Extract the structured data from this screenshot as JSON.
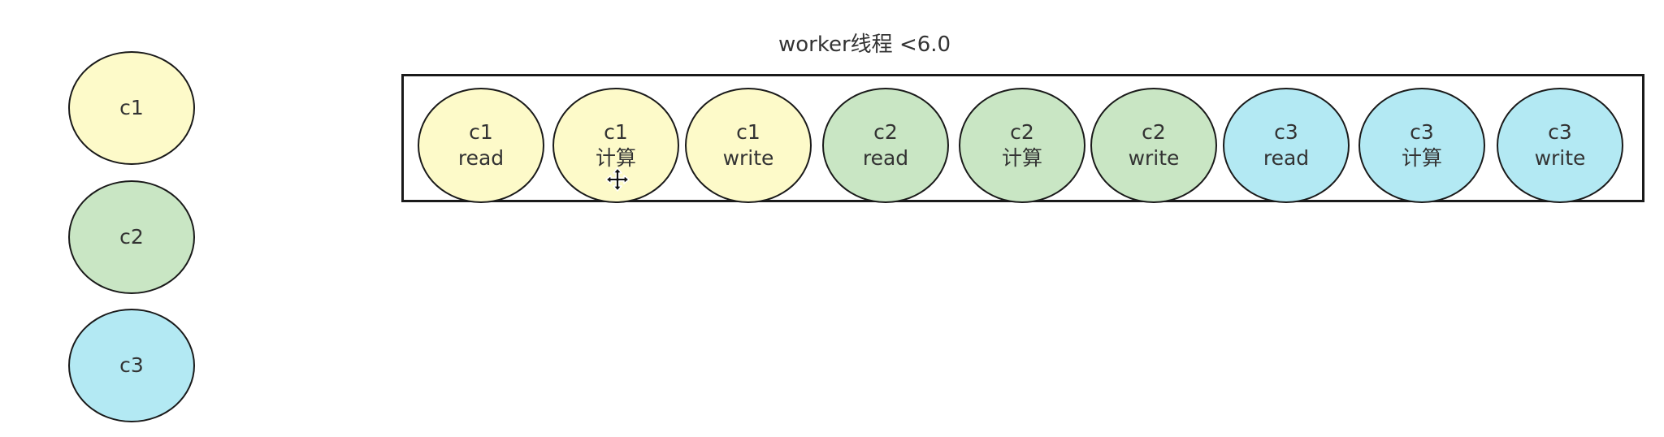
{
  "title": "worker线程 <6.0",
  "colors": {
    "c1": "#fdfac9",
    "c2": "#c9e6c4",
    "c3": "#b3e9f3",
    "stroke": "#1a1a1a"
  },
  "clients": [
    {
      "label": "c1",
      "color_key": "c1"
    },
    {
      "label": "c2",
      "color_key": "c2"
    },
    {
      "label": "c3",
      "color_key": "c3"
    }
  ],
  "tasks": [
    {
      "client": "c1",
      "op": "read",
      "color_key": "c1"
    },
    {
      "client": "c1",
      "op": "计算",
      "color_key": "c1"
    },
    {
      "client": "c1",
      "op": "write",
      "color_key": "c1"
    },
    {
      "client": "c2",
      "op": "read",
      "color_key": "c2"
    },
    {
      "client": "c2",
      "op": "计算",
      "color_key": "c2"
    },
    {
      "client": "c2",
      "op": "write",
      "color_key": "c2"
    },
    {
      "client": "c3",
      "op": "read",
      "color_key": "c3"
    },
    {
      "client": "c3",
      "op": "计算",
      "color_key": "c3"
    },
    {
      "client": "c3",
      "op": "write",
      "color_key": "c3"
    }
  ],
  "cursor_icon": "move-cursor-icon"
}
